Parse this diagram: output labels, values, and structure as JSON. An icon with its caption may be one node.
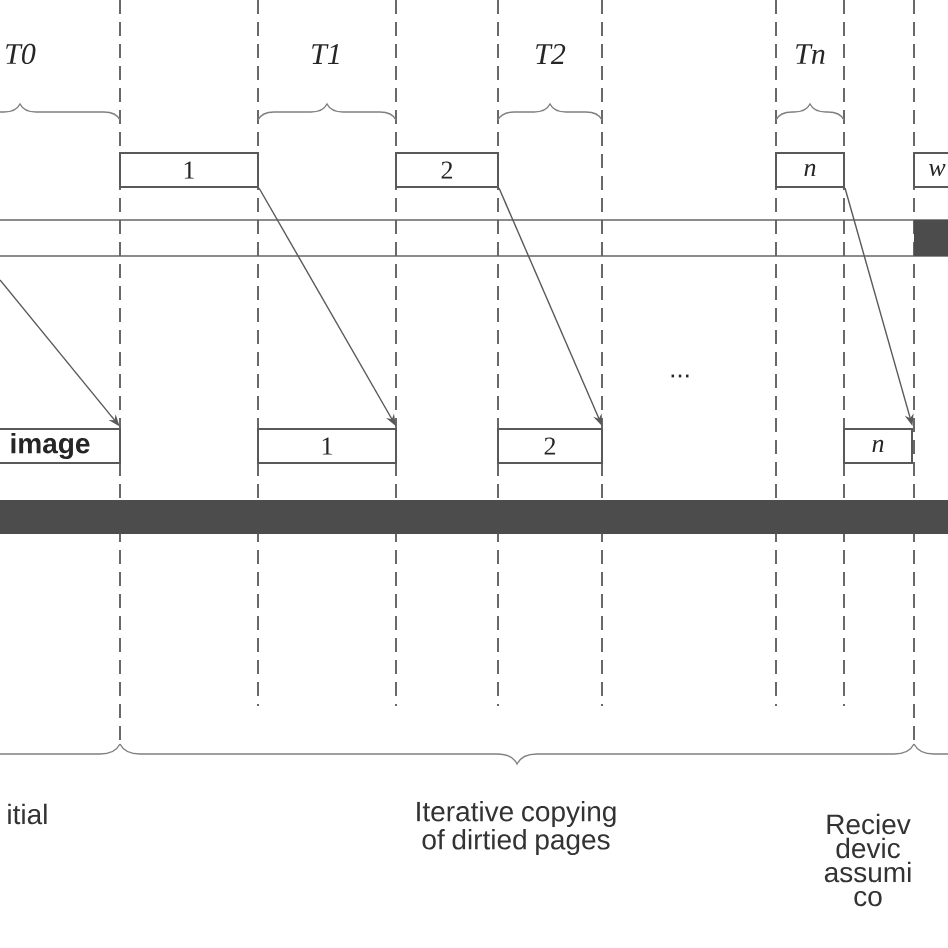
{
  "diagram": {
    "nodes": [
      {
        "text": [
          "1"
        ]
      },
      {
        "text": [
          "2"
        ]
      },
      {
        "text": [
          "n"
        ]
      },
      {
        "text": [
          "w"
        ]
      },
      {
        "text": [
          "image"
        ]
      },
      {
        "text": [
          "1"
        ]
      },
      {
        "text": [
          "2"
        ]
      },
      {
        "text": [
          "n"
        ]
      }
    ],
    "edges": [
      {
        "from": null,
        "to": 4,
        "arrow": "to"
      },
      {
        "from": 0,
        "to": 5,
        "arrow": "to"
      },
      {
        "from": 1,
        "to": 6,
        "arrow": "to"
      },
      {
        "from": 2,
        "to": 7,
        "arrow": "to"
      }
    ],
    "labels": [
      "T0",
      "T1",
      "T2",
      "Tn",
      "...",
      "itial",
      "Iterative copying of dirtied pages",
      "Reciev devic assumi co"
    ]
  }
}
